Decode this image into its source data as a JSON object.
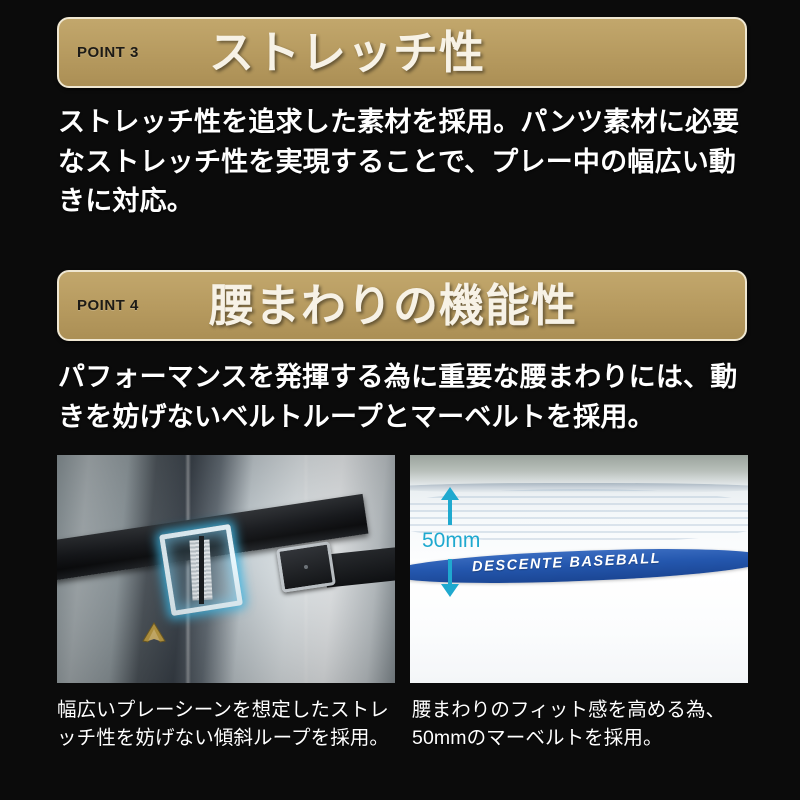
{
  "sections": [
    {
      "kicker": "POINT 3",
      "title": "ストレッチ性",
      "body": "ストレッチ性を追求した素材を採用。パンツ素材に必要なストレッチ性を実現することで、プレー中の幅広い動きに対応。"
    },
    {
      "kicker": "POINT 4",
      "title": "腰まわりの機能性",
      "body": "パフォーマンスを発揮する為に重要な腰まわりには、動きを妨げないベルトループとマーベルトを採用。"
    }
  ],
  "photos": {
    "left": {
      "caption": "幅広いプレーシーンを想定したストレッチ性を妨げない傾斜ループを採用。",
      "highlight_label": "belt-loop-highlight"
    },
    "right": {
      "caption": "腰まわりのフィット感を高める為、50mmのマーベルトを採用。",
      "measurement": "50mm",
      "brand_text": "DESCENTE BASEBALL"
    }
  },
  "colors": {
    "background": "#0b0b0b",
    "bar_gold": "#b69a5f",
    "bar_border": "#efe7d2",
    "title_cream": "#f7f2e6",
    "accent_cyan": "#1fa9cf",
    "waistband_blue": "#2457ae"
  }
}
